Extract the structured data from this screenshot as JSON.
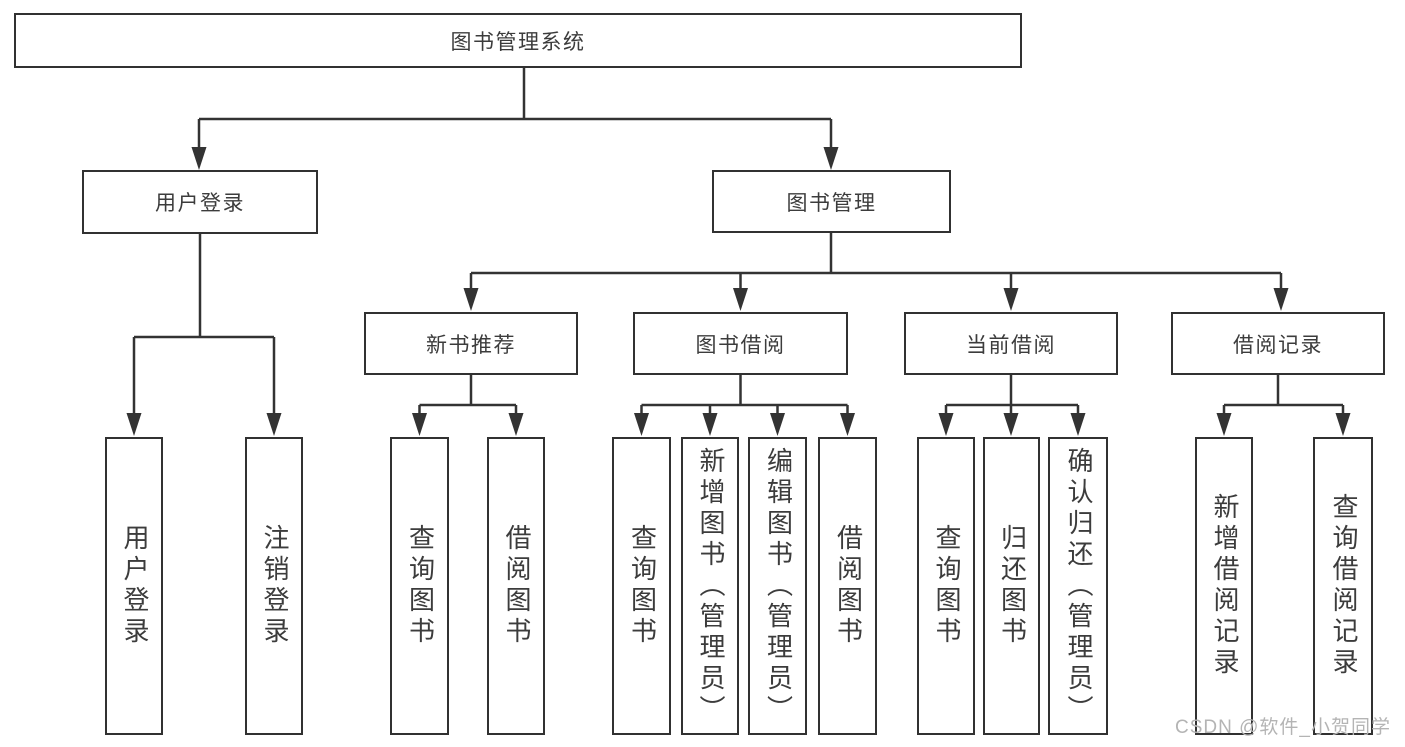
{
  "tree": {
    "label": "图书管理系统",
    "children": [
      {
        "label": "用户登录",
        "children": [
          {
            "label": "用户登录"
          },
          {
            "label": "注销登录"
          }
        ]
      },
      {
        "label": "图书管理",
        "children": [
          {
            "label": "新书推荐",
            "children": [
              {
                "label": "查询图书"
              },
              {
                "label": "借阅图书"
              }
            ]
          },
          {
            "label": "图书借阅",
            "children": [
              {
                "label": "查询图书"
              },
              {
                "label": "新增图书（管理员）"
              },
              {
                "label": "编辑图书（管理员）"
              },
              {
                "label": "借阅图书"
              }
            ]
          },
          {
            "label": "当前借阅",
            "children": [
              {
                "label": "查询图书"
              },
              {
                "label": "归还图书"
              },
              {
                "label": "确认归还（管理员）"
              }
            ]
          },
          {
            "label": "借阅记录",
            "children": [
              {
                "label": "新增借阅记录"
              },
              {
                "label": "查询借阅记录"
              }
            ]
          }
        ]
      }
    ]
  },
  "watermark": "CSDN @软件_小贺同学",
  "colors": {
    "line": "#333333",
    "box_border": "#313131",
    "box_fill": "#ffffff",
    "text": "#3c3c3c",
    "watermark": "#b4b4b4",
    "background": "#ffffff"
  }
}
